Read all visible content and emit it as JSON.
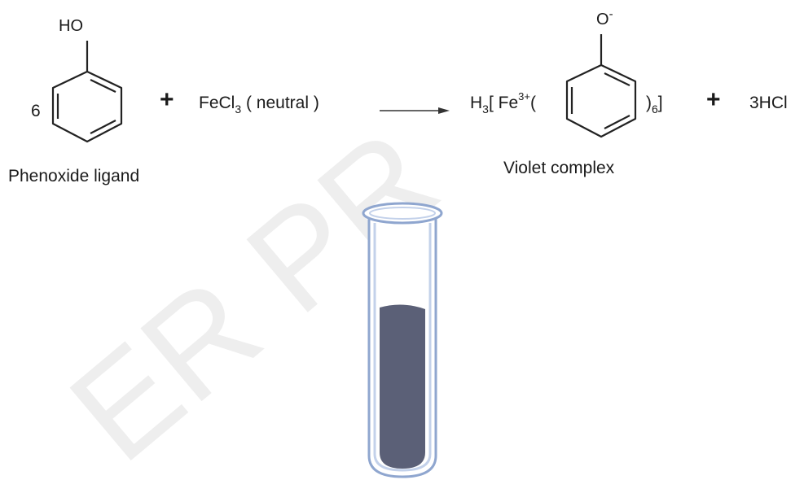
{
  "reaction": {
    "reactant_coefficient": "6",
    "reactant_group": "HO",
    "plus_1": "+",
    "reagent_formula": "FeCl",
    "reagent_subscript": "3",
    "reagent_condition": "( neutral )",
    "product_prefix": "H",
    "product_prefix_subscript": "3",
    "product_open_bracket": "[ Fe",
    "product_charge": "3+",
    "product_open_paren": "(",
    "product_group": "O",
    "product_group_charge": "-",
    "product_close_paren": ")",
    "product_count": "6",
    "product_close_bracket": "]",
    "plus_2": "+",
    "byproduct": "3HCl"
  },
  "labels": {
    "left": "Phenoxide ligand",
    "right": "Violet complex"
  },
  "watermark": {
    "text": "ER PR",
    "color": "#e6e6e6"
  },
  "colors": {
    "tube_outline": "#9fb4d6",
    "tube_inner": "#c9d6ec",
    "liquid": "#5a5f75"
  }
}
